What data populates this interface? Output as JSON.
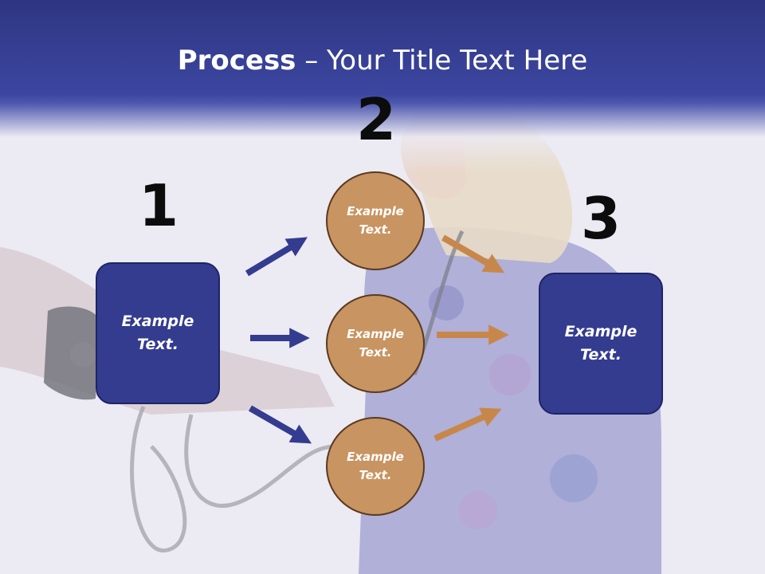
{
  "title": {
    "bold": "Process",
    "rest": " – Your Title Text Here"
  },
  "steps": {
    "one": "1",
    "two": "2",
    "three": "3"
  },
  "left_box": {
    "text": "Example Text."
  },
  "right_box": {
    "text": "Example Text."
  },
  "circles": [
    {
      "text": "Example Text."
    },
    {
      "text": "Example Text."
    },
    {
      "text": "Example Text."
    }
  ],
  "colors": {
    "header": "#3c46a0",
    "box_fill": "#343c8f",
    "circle_fill": "#c89461",
    "arrow_blue": "#343c8f",
    "arrow_orange": "#c8874a"
  }
}
